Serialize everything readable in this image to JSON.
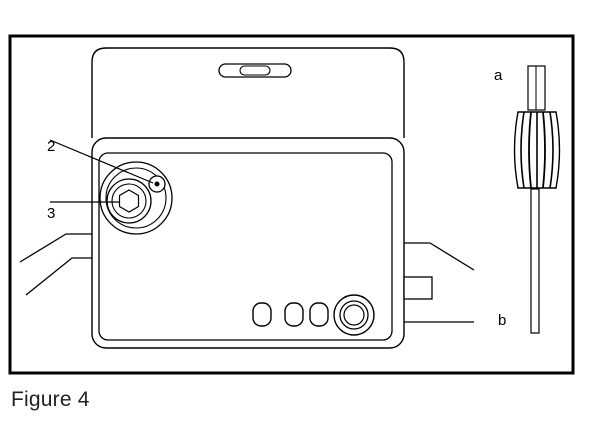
{
  "caption": "Figure 4",
  "labels": {
    "callout_2": "2",
    "callout_3": "3",
    "tool_end_a": "a",
    "tool_end_b": "b"
  }
}
